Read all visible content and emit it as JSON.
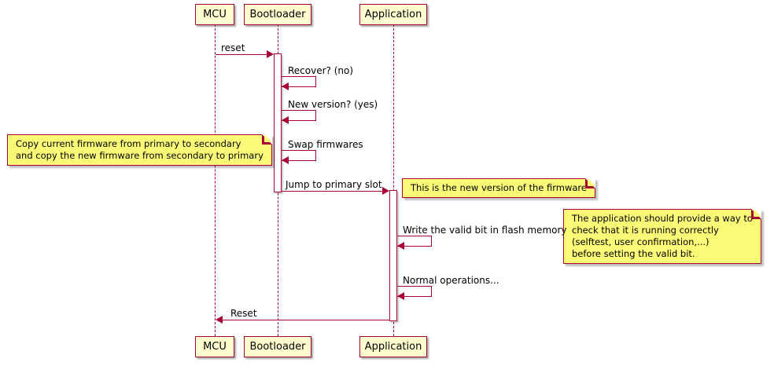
{
  "colors": {
    "border": "#A80036",
    "arrow": "#A80036",
    "participant_fill": "#FEFECE",
    "note_fill": "#FBFB77",
    "text": "#000000",
    "background": "#FFFFFF"
  },
  "diagram": {
    "participants": [
      {
        "name": "MCU"
      },
      {
        "name": "Bootloader"
      },
      {
        "name": "Application"
      }
    ],
    "messages": [
      {
        "label": "reset",
        "from": "MCU",
        "to": "Bootloader"
      },
      {
        "label": "Recover? (no)",
        "from": "Bootloader",
        "to": "Bootloader"
      },
      {
        "label": "New version? (yes)",
        "from": "Bootloader",
        "to": "Bootloader"
      },
      {
        "label": "Swap firmwares",
        "from": "Bootloader",
        "to": "Bootloader"
      },
      {
        "label": "Jump to primary slot",
        "from": "Bootloader",
        "to": "Application"
      },
      {
        "label": "Write the valid bit in flash memory",
        "from": "Application",
        "to": "Application"
      },
      {
        "label": "Normal operations...",
        "from": "Application",
        "to": "Application"
      },
      {
        "label": "Reset",
        "from": "Application",
        "to": "MCU"
      }
    ],
    "notes": [
      {
        "text": "Copy current firmware from primary to secondary\nand copy the new firmware from secondary to primary"
      },
      {
        "text": "This is the new version of the firmware"
      },
      {
        "text": "The application should provide a way to\ncheck that it is running correctly\n(selftest, user confirmation,...)\nbefore setting the valid bit."
      }
    ]
  }
}
